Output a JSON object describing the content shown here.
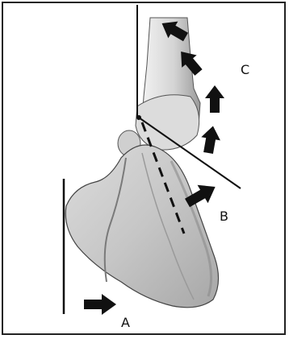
{
  "labels": {
    "a": "A",
    "b": "B",
    "c": "C"
  },
  "colors": {
    "frame": "#222222",
    "bone_light": "#e9e9e9",
    "bone_mid": "#c9c9c9",
    "bone_shadow": "#8f8f8f",
    "outline": "#333333",
    "arrow": "#111111",
    "line": "#111111"
  }
}
